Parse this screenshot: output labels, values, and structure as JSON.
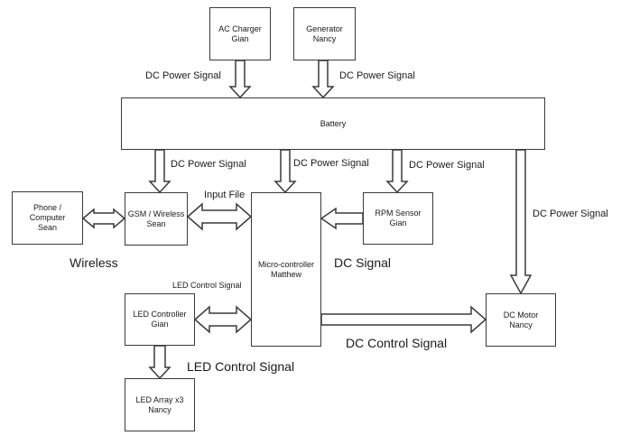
{
  "blocks": {
    "ac_charger": {
      "line1": "AC Charger",
      "line2": "Gian"
    },
    "generator": {
      "line1": "Generator",
      "line2": "Nancy"
    },
    "battery": {
      "line1": "Battery"
    },
    "phone": {
      "line1": "Phone /",
      "line2": "Computer",
      "line3": "Sean"
    },
    "gsm": {
      "line1": "GSM / Wireless",
      "line2": "Sean"
    },
    "micro": {
      "line1": "Micro-controller",
      "line2": "Matthew"
    },
    "rpm": {
      "line1": "RPM Sensor",
      "line2": "Gian"
    },
    "led_controller": {
      "line1": "LED Controller",
      "line2": "Gian"
    },
    "led_array": {
      "line1": "LED Array x3",
      "line2": "Nancy"
    },
    "dc_motor": {
      "line1": "DC Motor",
      "line2": "Nancy"
    }
  },
  "labels": {
    "ac_to_battery": "DC Power Signal",
    "gen_to_battery": "DC Power Signal",
    "battery_to_gsm": "DC Power Signal",
    "battery_to_micro": "DC Power Signal",
    "battery_to_rpm": "DC Power Signal",
    "battery_to_motor": "DC Power Signal",
    "input_file": "Input File",
    "wireless": "Wireless",
    "dc_signal": "DC Signal",
    "led_control_small": "LED Control Signal",
    "led_control_big": "LED Control Signal",
    "dc_control": "DC Control Signal"
  }
}
